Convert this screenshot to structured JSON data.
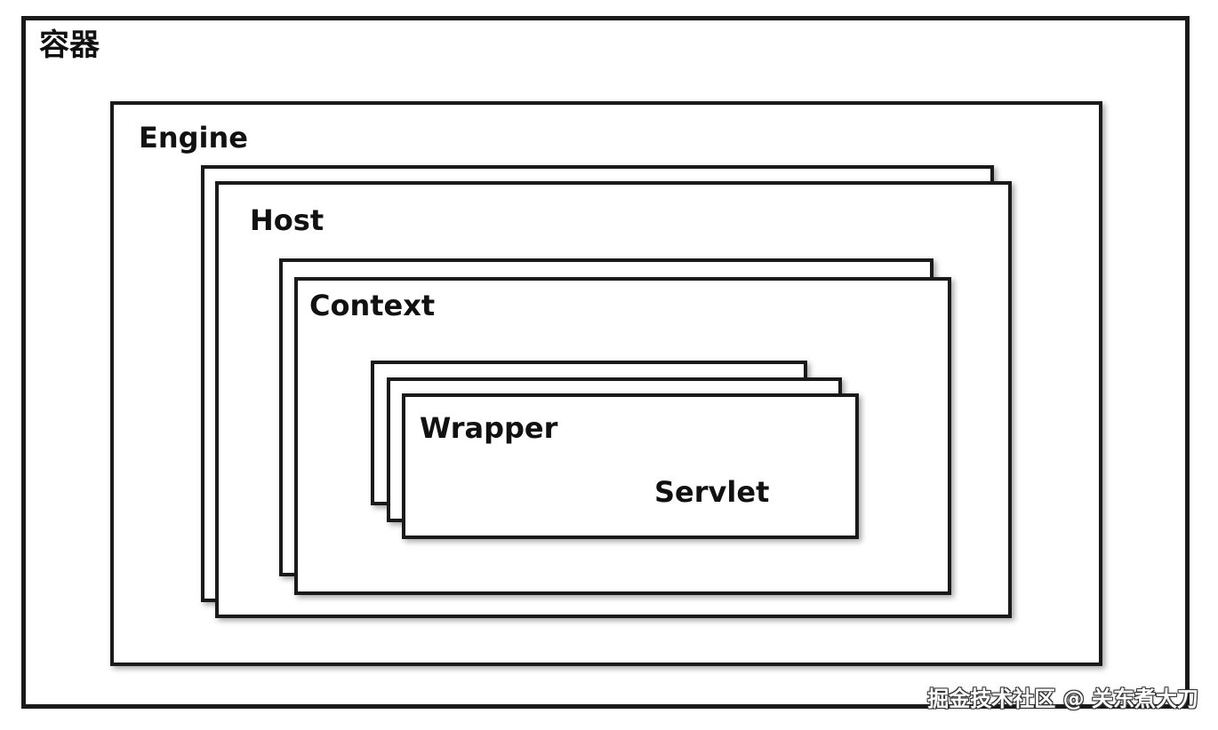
{
  "diagram": {
    "outer_label": "容器",
    "engine_label": "Engine",
    "host_label": "Host",
    "context_label": "Context",
    "wrapper_label": "Wrapper",
    "servlet_label": "Servlet"
  },
  "watermark": "掘金技术社区 @ 关东煮大刀"
}
